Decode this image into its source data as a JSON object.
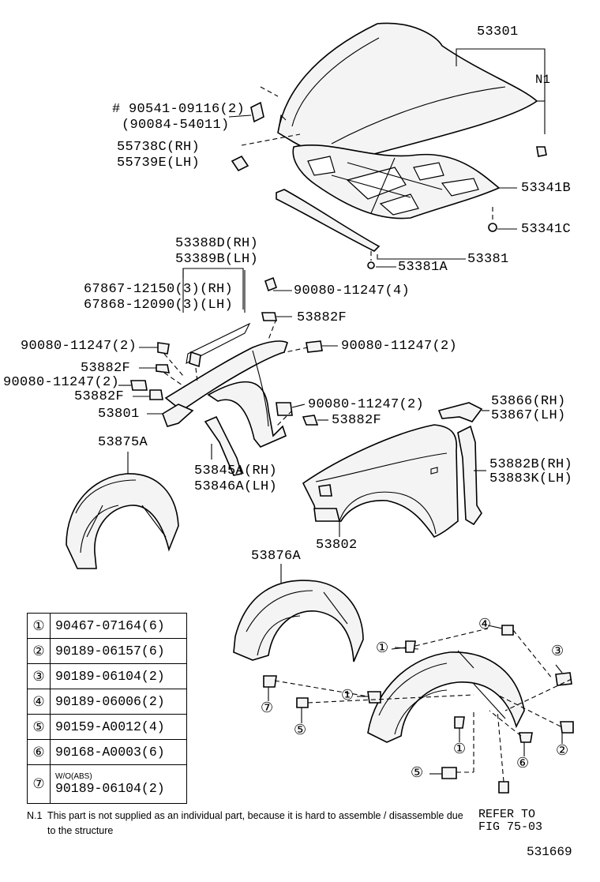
{
  "labels": {
    "p53301": "53301",
    "n1": "N1",
    "p90541": "# 90541-09116(2)",
    "p90084": "(90084-54011)",
    "p55738": "55738C(RH)",
    "p55739": "55739E(LH)",
    "p53341b": "53341B",
    "p53341c": "53341C",
    "p53381a": "53381A",
    "p53381": "53381",
    "p53388d": "53388D(RH)",
    "p53389b": "53389B(LH)",
    "p67867": "67867-12150(3)(RH)",
    "p67868": "67868-12090(3)(LH)",
    "p90080_a": "90080-11247(4)",
    "p53882f_a": "53882F",
    "p90080_b": "90080-11247(2)",
    "p90080_c": "90080-11247(2)",
    "p53882f_b": "53882F",
    "p90080_d": "90080-11247(2)",
    "p53882f_c": "53882F",
    "p53801": "53801",
    "p90080_e": "90080-11247(2)",
    "p53882f_d": "53882F",
    "p53866": "53866(RH)",
    "p53867": "53867(LH)",
    "p53875a": "53875A",
    "p53845a": "53845A(RH)",
    "p53846a": "53846A(LH)",
    "p53882b": "53882B(RH)",
    "p53883k": "53883K(LH)",
    "p53802": "53802",
    "p53876a": "53876A"
  },
  "callouts": {
    "c1": "①",
    "c2": "②",
    "c3": "③",
    "c4": "④",
    "c5": "⑤",
    "c6": "⑥",
    "c7": "⑦"
  },
  "legend": [
    {
      "key": "①",
      "value": "90467-07164(6)"
    },
    {
      "key": "②",
      "value": "90189-06157(6)"
    },
    {
      "key": "③",
      "value": "90189-06104(2)"
    },
    {
      "key": "④",
      "value": "90189-06006(2)"
    },
    {
      "key": "⑤",
      "value": "90159-A0012(4)"
    },
    {
      "key": "⑥",
      "value": "90168-A0003(6)"
    },
    {
      "key": "⑦",
      "condition": "W/O(ABS)",
      "value": "90189-06104(2)"
    }
  ],
  "note": {
    "key": "N.1",
    "text": "This part is not supplied as an individual part, because it is hard to assemble / disassemble due to the structure"
  },
  "refer": "REFER TO\nFIG 75-03",
  "figure_code": "531669"
}
